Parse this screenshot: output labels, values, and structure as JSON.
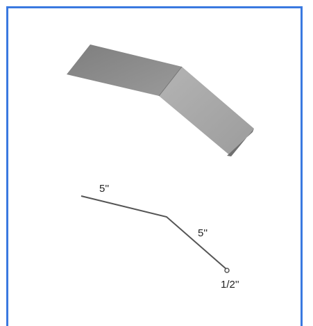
{
  "profile": {
    "first_leg_label": "5''",
    "second_leg_label": "5''",
    "hem_label": "1/2''"
  },
  "colors": {
    "frame_border": "#3a79e0",
    "panel_top": "#8c8c8c",
    "panel_right": "#a4a4a4",
    "line": "#555555",
    "text": "#222222"
  }
}
